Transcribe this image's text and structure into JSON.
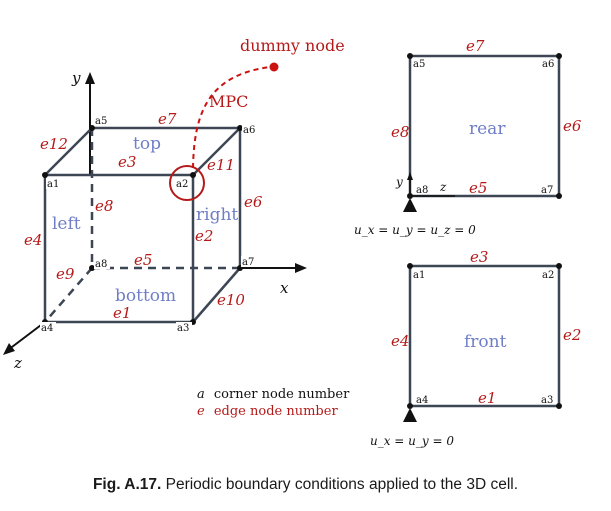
{
  "cube": {
    "axes": {
      "y": "y",
      "x": "x",
      "z": "z"
    },
    "faces": {
      "top": "top",
      "left": "left",
      "right": "right",
      "bottom": "bottom"
    },
    "corners": {
      "a1": "a1",
      "a2": "a2",
      "a3": "a3",
      "a4": "a4",
      "a5": "a5",
      "a6": "a6",
      "a7": "a7",
      "a8": "a8"
    },
    "edges": {
      "e1": "e1",
      "e2": "e2",
      "e3": "e3",
      "e4": "e4",
      "e5": "e5",
      "e6": "e6",
      "e7": "e7",
      "e8": "e8",
      "e9": "e9",
      "e10": "e10",
      "e11": "e11",
      "e12": "e12"
    },
    "dummy_node": "dummy node",
    "mpc": "MPC"
  },
  "rear_face": {
    "title": "rear",
    "corners": {
      "a5": "a5",
      "a6": "a6",
      "a7": "a7",
      "a8": "a8"
    },
    "edges": {
      "e5": "e5",
      "e6": "e6",
      "e7": "e7",
      "e8": "e8"
    },
    "axes": {
      "y": "y",
      "z": "z"
    },
    "bc": "u_x = u_y = u_z = 0"
  },
  "front_face": {
    "title": "front",
    "corners": {
      "a1": "a1",
      "a2": "a2",
      "a3": "a3",
      "a4": "a4"
    },
    "edges": {
      "e1": "e1",
      "e2": "e2",
      "e3": "e3",
      "e4": "e4"
    },
    "bc": "u_x = u_y = 0"
  },
  "legend": {
    "corner_sym": "a",
    "corner_text": "corner node number",
    "edge_sym": "e",
    "edge_text": "edge node number"
  },
  "caption": {
    "label": "Fig. A.17.",
    "text": "Periodic boundary conditions applied to the 3D cell."
  },
  "colors": {
    "frame": "#3d4654",
    "edge_label": "#b51a1a",
    "face_label": "#6f7ec6",
    "node": "#111111",
    "dummy": "#cc1111"
  }
}
